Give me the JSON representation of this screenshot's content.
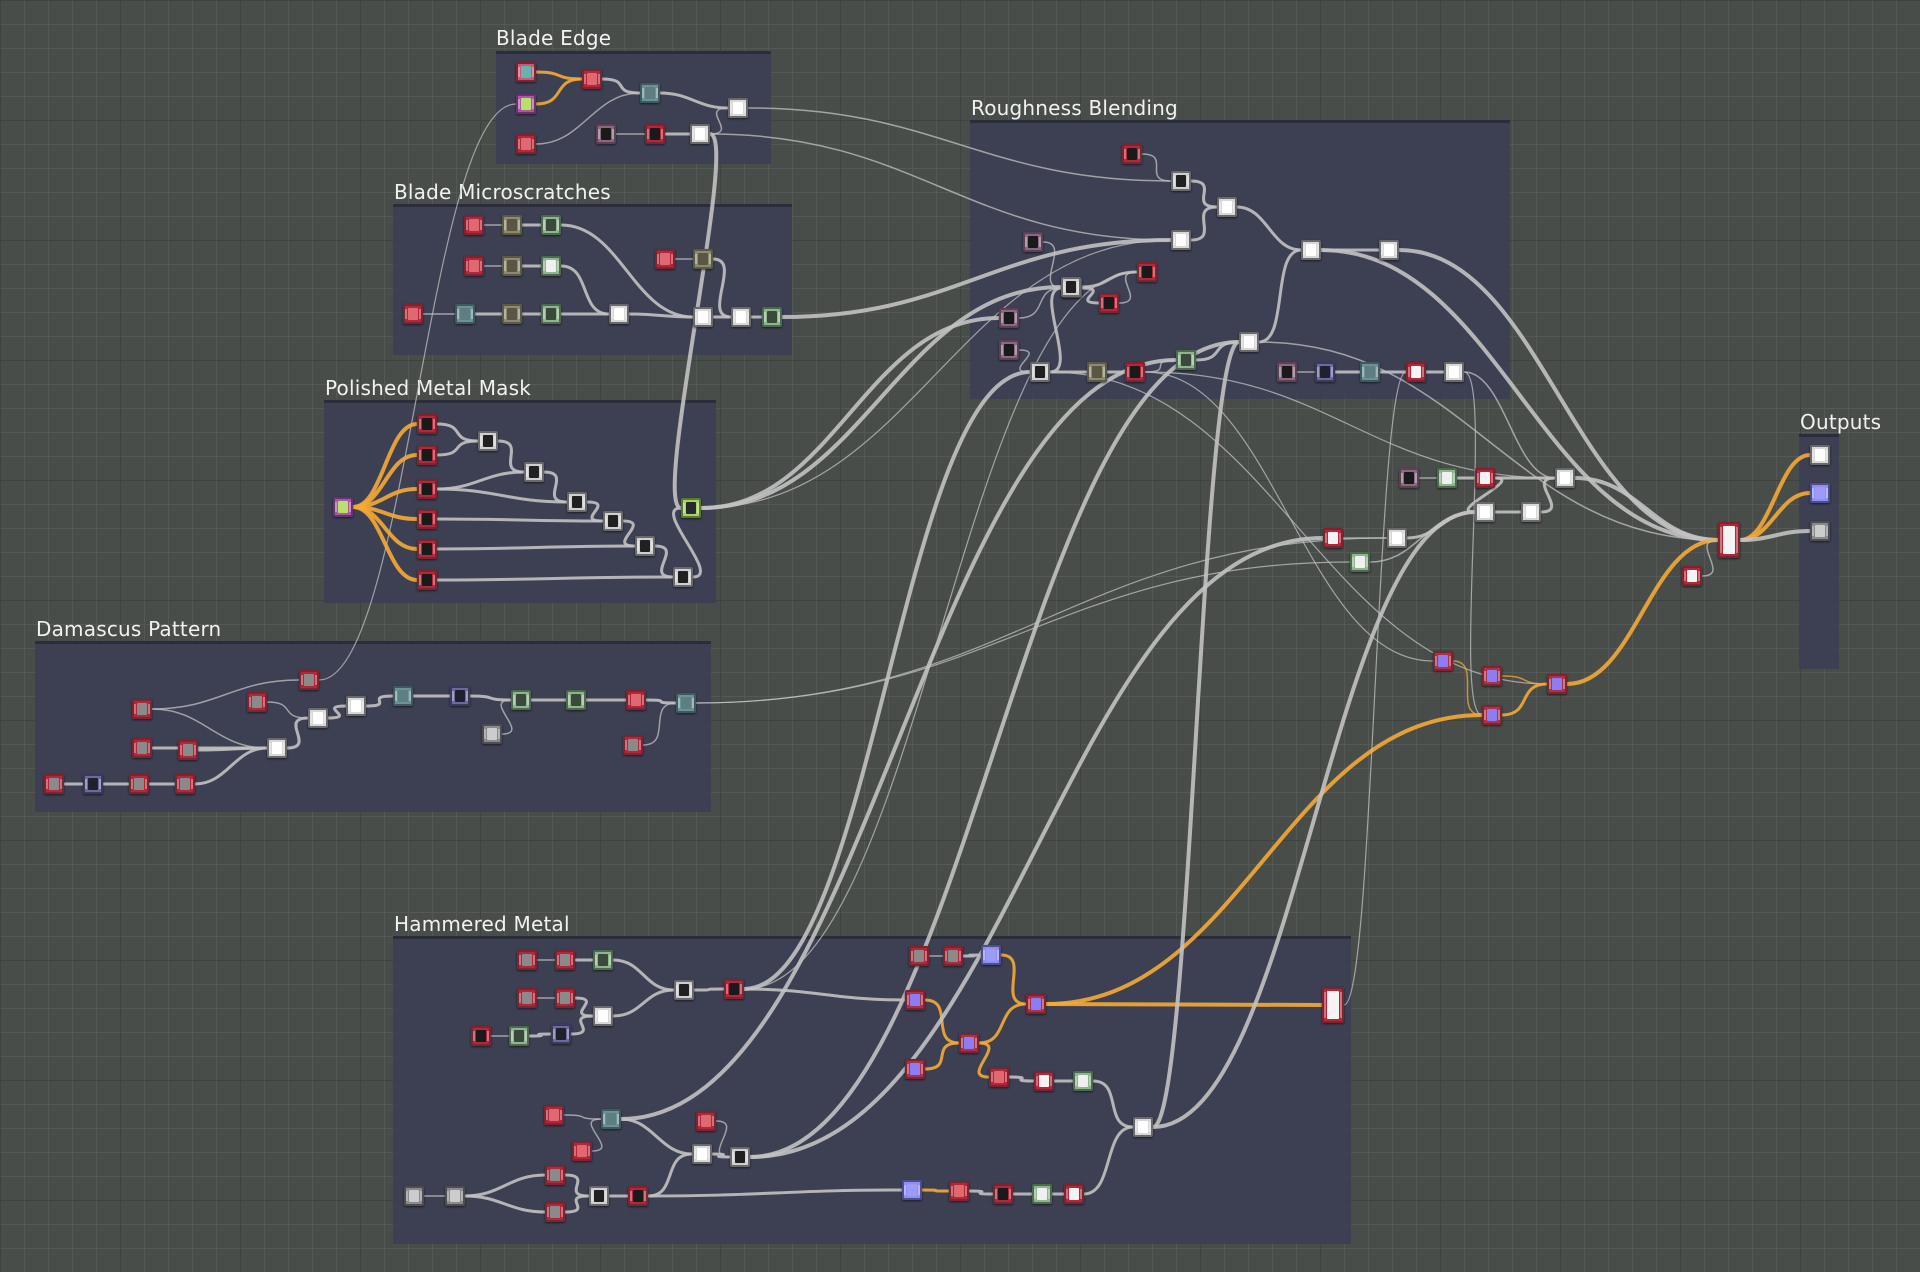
{
  "frames": [
    {
      "id": "blade-edge",
      "title": "Blade Edge"
    },
    {
      "id": "roughness-blending",
      "title": "Roughness Blending"
    },
    {
      "id": "blade-microscratches",
      "title": "Blade Microscratches"
    },
    {
      "id": "polished-metal-mask",
      "title": "Polished Metal Mask"
    },
    {
      "id": "outputs",
      "title": "Outputs"
    },
    {
      "id": "damascus-pattern",
      "title": "Damascus Pattern"
    },
    {
      "id": "hammered-metal",
      "title": "Hammered Metal"
    }
  ],
  "colors": {
    "canvas_bg": "#494d4a",
    "frame_bg": "#3c4054",
    "frame_border": "#2b2d3a",
    "wire_grey": "#c2c2c2",
    "wire_orange": "#f5aa35",
    "node_border_red": "#7c2430",
    "node_border_grey": "#5a5a5a"
  },
  "node_kinds": {
    "red": {
      "border": "#7c2430",
      "bg": "#b2283a",
      "thumb": "#e06870"
    },
    "redk": {
      "border": "#7c2430",
      "bg": "#b2283a",
      "thumb": "#1a1a1a"
    },
    "redw": {
      "border": "#7c2430",
      "bg": "#b2283a",
      "thumb": "#f4f4f4"
    },
    "redn": {
      "border": "#7c2430",
      "bg": "#b2283a",
      "thumb": "#8a8a8a"
    },
    "white": {
      "border": "#6a6a6a",
      "bg": "#d8d8d8",
      "thumb": "#ffffff"
    },
    "whitek": {
      "border": "#6a6a6a",
      "bg": "#cfcfcf",
      "thumb": "#202020"
    },
    "grey": {
      "border": "#4e4e4e",
      "bg": "#a5a5a5",
      "thumb": "#6c6c6c"
    },
    "green": {
      "border": "#4c6a4c",
      "bg": "#8fb58f",
      "thumb": "#3a4a3a"
    },
    "greenw": {
      "border": "#4c6a4c",
      "bg": "#8fb58f",
      "thumb": "#f0f0f0"
    },
    "olive": {
      "border": "#5b5a45",
      "bg": "#8d8a70",
      "thumb": "#5a5644"
    },
    "teal": {
      "border": "#3e5a5e",
      "bg": "#6d9296",
      "thumb": "#5d7e82"
    },
    "purple": {
      "border": "#5c3d8a",
      "bg": "#8a6bd0",
      "thumb": "#8d7cf4"
    },
    "purpr": {
      "border": "#7c2430",
      "bg": "#a93448",
      "thumb": "#8d7cf4"
    },
    "lav": {
      "border": "#4e4e8e",
      "bg": "#8f8ff2",
      "thumb": "#9c9cf8"
    },
    "navy": {
      "border": "#3a3a5e",
      "bg": "#6a6a9e",
      "thumb": "#20202e"
    },
    "mauve": {
      "border": "#5e3f56",
      "bg": "#876a80",
      "thumb": "#1a1a1a"
    },
    "mag": {
      "border": "#6a3070",
      "bg": "#a85aa5",
      "thumb": "#b8e06a"
    },
    "lime": {
      "border": "#5a7a30",
      "bg": "#a6d36a",
      "thumb": "#2a2a2a"
    },
    "tealr": {
      "border": "#7c2430",
      "bg": "#b2283a",
      "thumb": "#5d8e8e"
    },
    "grad": {
      "border": "#4e4e4e",
      "bg": "#8a8a8a",
      "thumb": "#cccccc"
    },
    "pinkt": {
      "border": "#7c2430",
      "bg": "#c45a78",
      "thumb": "#6ab0b0"
    }
  }
}
